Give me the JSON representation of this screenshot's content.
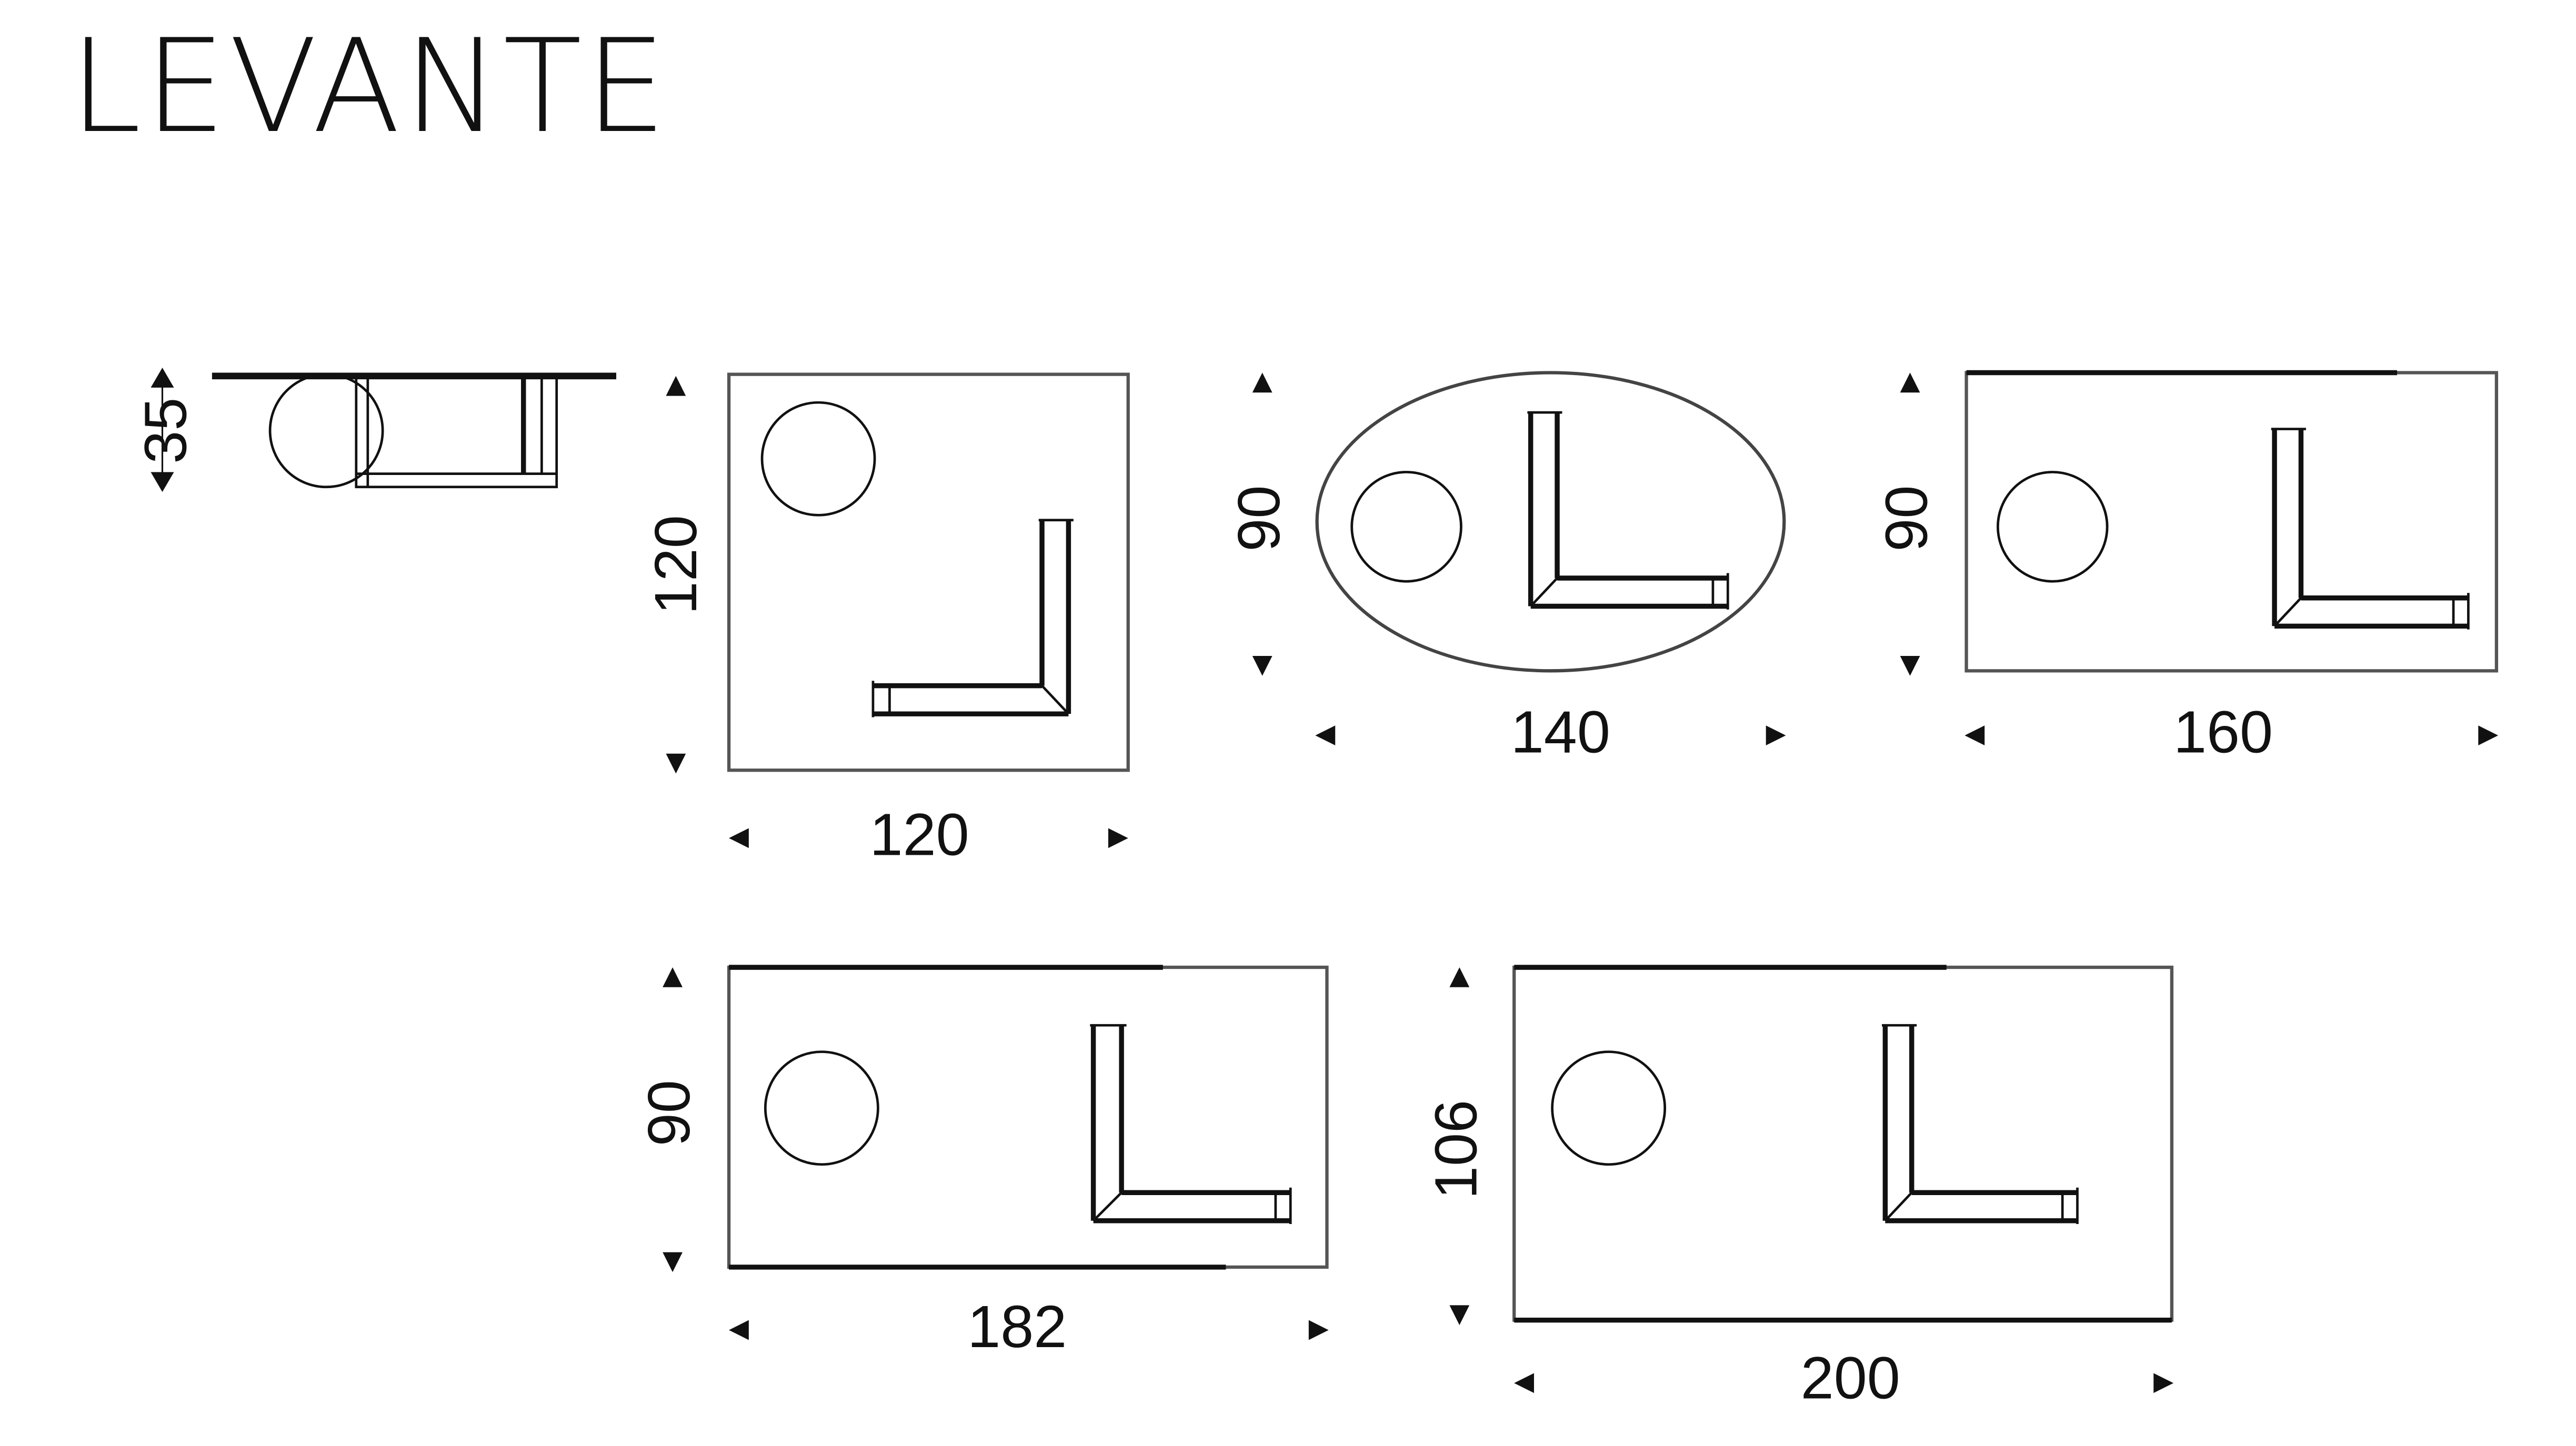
{
  "title": "LEVANTE",
  "side_view": {
    "height": "35"
  },
  "tables": [
    {
      "shape": "square",
      "width": "120",
      "depth": "120"
    },
    {
      "shape": "oval",
      "width": "140",
      "depth": "90"
    },
    {
      "shape": "rectangle",
      "width": "160",
      "depth": "90"
    },
    {
      "shape": "rectangle",
      "width": "182",
      "depth": "90"
    },
    {
      "shape": "rectangle",
      "width": "200",
      "depth": "106"
    }
  ],
  "colors": {
    "ink": "#111111",
    "outline": "#555555",
    "background": "#ffffff"
  }
}
